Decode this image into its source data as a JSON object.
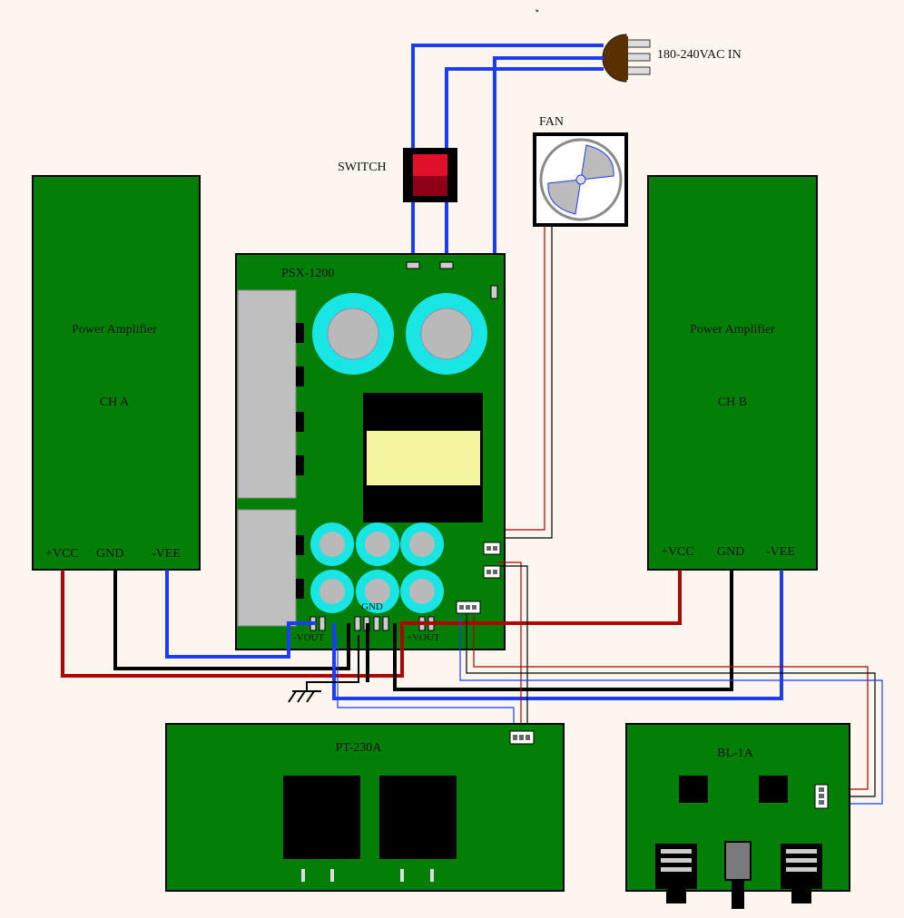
{
  "mains": {
    "label": "180-240VAC IN"
  },
  "switch": {
    "label": "SWITCH"
  },
  "fan": {
    "label": "FAN"
  },
  "psu": {
    "label": "PSX-1200",
    "gnd_label": "GND",
    "vout_neg_label": "-VOUT",
    "vout_pos_label": "+VOUT"
  },
  "amp_a": {
    "title": "Power Amplifier",
    "channel": "CH A",
    "vcc": "+VCC",
    "gnd": "GND",
    "vee": "-VEE"
  },
  "amp_b": {
    "title": "Power Amplifier",
    "channel": "CH B",
    "vcc": "+VCC",
    "gnd": "GND",
    "vee": "-VEE"
  },
  "pt_board": {
    "label": "PT-230A"
  },
  "bl_board": {
    "label": "BL-1A"
  },
  "colors": {
    "board": "#037f07",
    "wire_pos": "#b00000",
    "wire_neg": "#1a3ef0",
    "wire_gnd": "#000000",
    "cap_ring": "#19e5e5",
    "transformer_core": "#f5f5a0"
  }
}
